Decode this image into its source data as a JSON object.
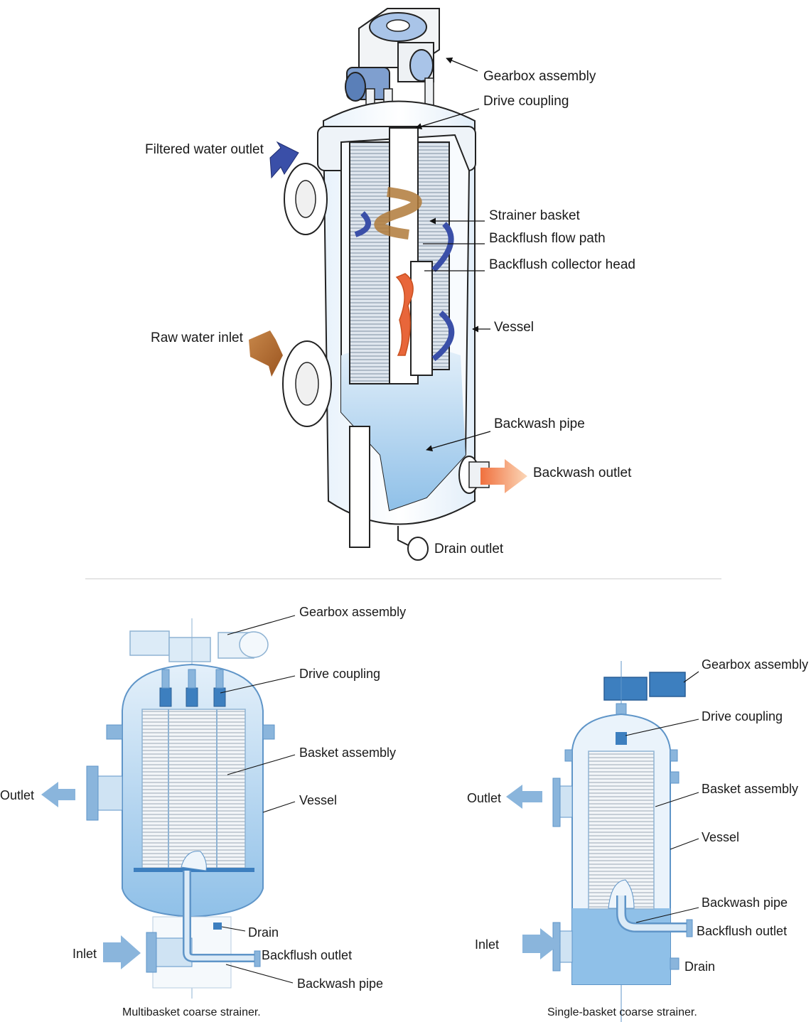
{
  "top_diagram": {
    "labels": {
      "gearbox": "Gearbox assembly",
      "drive_coupling": "Drive coupling",
      "filtered_outlet": "Filtered water outlet",
      "strainer_basket": "Strainer basket",
      "backflush_path": "Backflush flow path",
      "collector_head": "Backflush collector head",
      "vessel": "Vessel",
      "raw_inlet": "Raw water inlet",
      "backwash_pipe": "Backwash pipe",
      "backwash_outlet": "Backwash outlet",
      "drain_outlet": "Drain outlet"
    },
    "colors": {
      "flow_blue": "#3a4fa8",
      "raw_orange": "#b86a2a",
      "flush_red": "#e8663a",
      "water": "#bcd8ee"
    }
  },
  "multi_basket": {
    "labels": {
      "gearbox": "Gearbox assembly",
      "drive_coupling": "Drive coupling",
      "basket_assembly": "Basket assembly",
      "vessel": "Vessel",
      "outlet": "Outlet",
      "drain": "Drain",
      "inlet": "Inlet",
      "backflush_outlet": "Backflush outlet",
      "backwash_pipe": "Backwash pipe"
    },
    "caption": "Multibasket coarse strainer."
  },
  "single_basket": {
    "labels": {
      "gearbox": "Gearbox assembly",
      "drive_coupling": "Drive coupling",
      "basket_assembly": "Basket assembly",
      "vessel": "Vessel",
      "outlet": "Outlet",
      "backwash_pipe": "Backwash pipe",
      "backflush_outlet": "Backflush outlet",
      "inlet": "Inlet",
      "drain": "Drain"
    },
    "caption": "Single-basket coarse strainer."
  }
}
